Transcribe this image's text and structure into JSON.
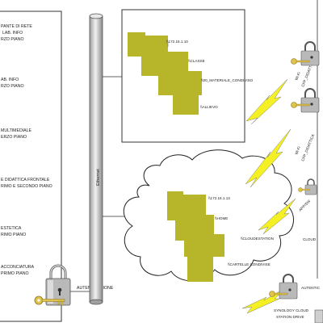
{
  "left_panel": {
    "items": [
      {
        "line1": "PANTE DI RETE",
        "line2": "LAB. INFO",
        "line3": "RZO PIANO"
      },
      {
        "line1": "AB. INFO",
        "line2": "RZO PIANO"
      },
      {
        "line1": "MULTIMEDIALE",
        "line2": "ERZO PIANO"
      },
      {
        "line1": "E DIDATTICA FRONTALE",
        "line2": "RIMO E SECONDO PIANO"
      },
      {
        "line1": "ESTETICA",
        "line2": "RIMO PIANO"
      },
      {
        "line1": "ACCONCIATURA",
        "line2": "PRIMO PIANO"
      }
    ],
    "auth_label": "AUTENTICAZIONE"
  },
  "pipe": {
    "label": "Ethernet"
  },
  "server_box": {
    "items": [
      {
        "path": "\\\\172.16.1.10"
      },
      {
        "path": "\\\\CLASSE"
      },
      {
        "path": "\\\\00_MATERIALE_CONDIVISO"
      },
      {
        "path": "\\\\ALLIEVO"
      }
    ]
  },
  "cloud": {
    "items": [
      {
        "path": "\\\\172.16.1.13"
      },
      {
        "path": "\\\\HOME"
      },
      {
        "path": "\\\\CLOUDESTATION"
      },
      {
        "path": "\\\\CARTELLE CONDIVISE"
      }
    ],
    "side_label": "CLOUD"
  },
  "right_side": {
    "links": [
      {
        "line1": "Wi-Fi",
        "line2": "CFP_DIDATTICA"
      },
      {
        "line1": "Wi-Fi",
        "line2": "CFP_DIDATTICA"
      },
      {
        "line1": "APP/SW",
        "line2": ""
      }
    ],
    "auth_label": "AUTENTIC",
    "drive_label_1": "SYNOLOGY CLOUD",
    "drive_label_2": "STATION DRIVE"
  },
  "colors": {
    "folder": "#b7b52a",
    "lightning": "#f4f024",
    "lock": "#b9b9b9",
    "key": "#e0c34a"
  }
}
